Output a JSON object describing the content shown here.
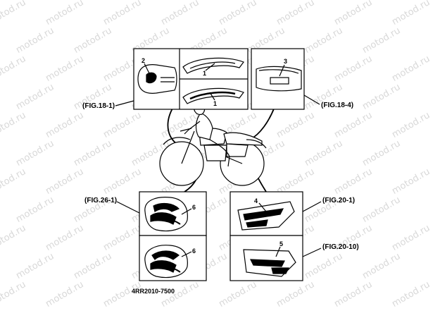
{
  "watermark_text": "motod.ru",
  "figures": {
    "fig_18_1": "(FIG.18-1)",
    "fig_18_4": "(FIG.18-4)",
    "fig_26_1": "(FIG.26-1)",
    "fig_20_1": "(FIG.20-1)",
    "fig_20_10": "(FIG.20-10)"
  },
  "callouts": {
    "c1a": "1",
    "c1b": "1",
    "c2": "2",
    "c3": "3",
    "c4": "4",
    "c5": "5",
    "c6a": "6",
    "c6b": "6"
  },
  "part_code": "4RR2010-7500"
}
